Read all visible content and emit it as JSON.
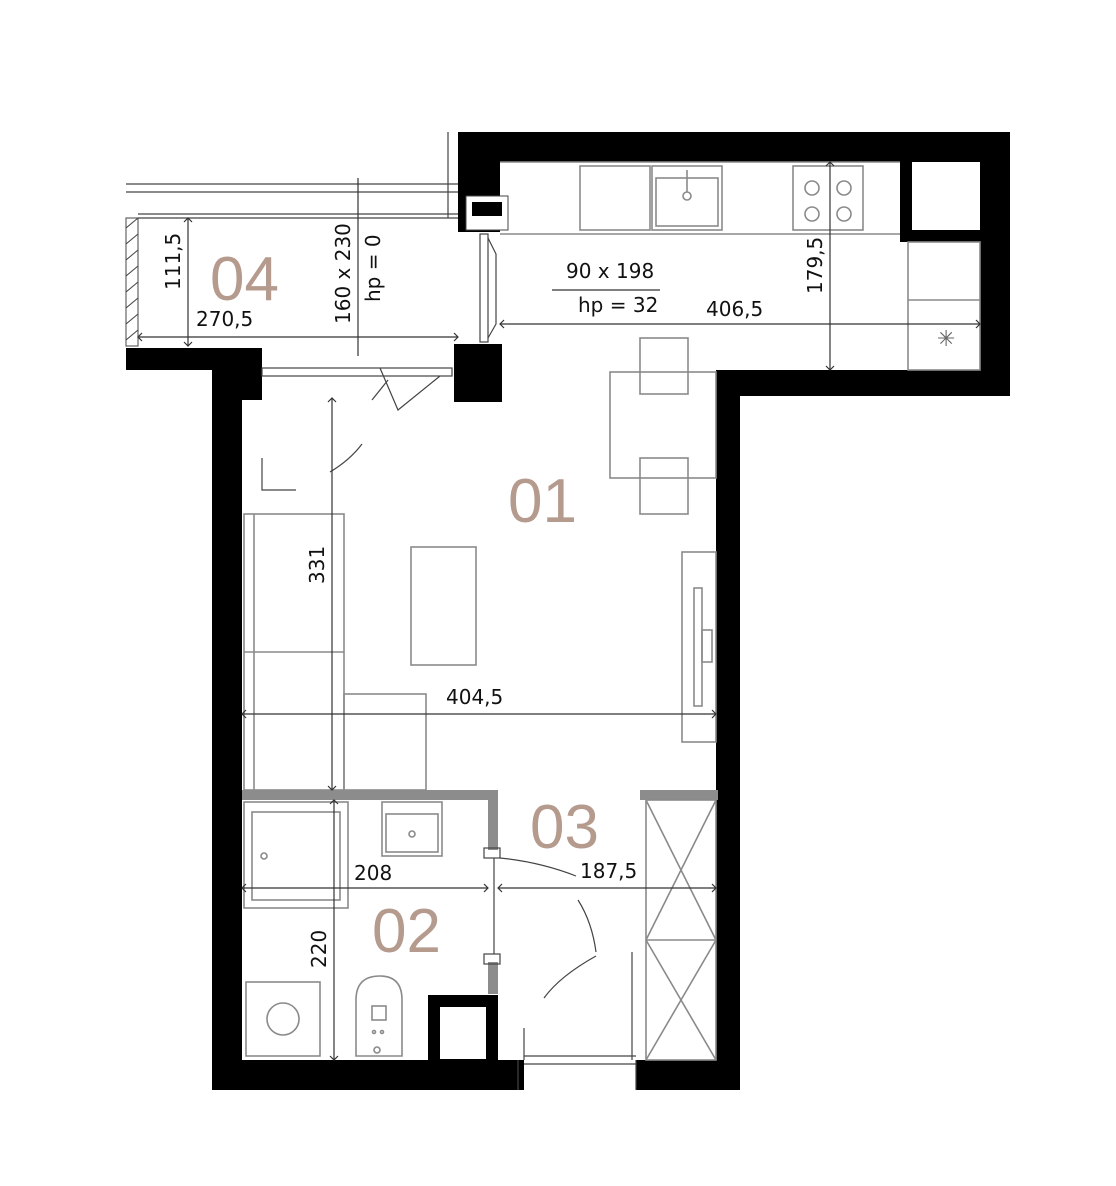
{
  "rooms": {
    "r01": "01",
    "r02": "02",
    "r03": "03",
    "r04": "04"
  },
  "dimensions": {
    "d111": "111,5",
    "d270": "270,5",
    "d160": "160 x 230",
    "hp0": "hp = 0",
    "d90": "90 x 198",
    "hp32": "hp = 32",
    "d406": "406,5",
    "d179": "179,5",
    "d331": "331",
    "d404": "404,5",
    "d208": "208",
    "d187": "187,5",
    "d220": "220"
  },
  "colors": {
    "wall": "#000000",
    "room_label": "#b59a8e",
    "furniture": "#8a8a8a"
  }
}
